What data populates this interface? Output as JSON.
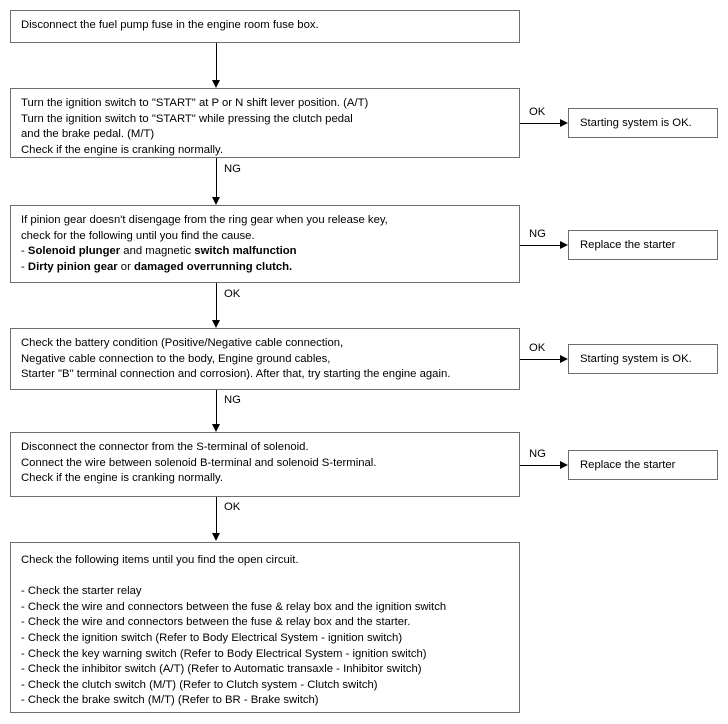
{
  "diagram": {
    "title": "Starting System Troubleshooting Flowchart",
    "colors": {
      "border": "#6d6d6d",
      "text": "#000000",
      "connector": "#000000",
      "background": "#ffffff"
    },
    "steps": [
      {
        "id": "step-1-fuel-pump-fuse",
        "lines": [
          "Disconnect the fuel pump fuse in the engine room fuse box."
        ]
      },
      {
        "id": "step-2-ignition-switch",
        "lines": [
          "Turn the ignition switch to \"START\" at P or N shift lever position. (A/T)",
          "Turn the ignition switch to \"START\" while pressing the clutch pedal",
          "and the brake pedal. (M/T)",
          "Check if the engine is cranking normally."
        ]
      },
      {
        "id": "step-3-pinion-gear",
        "lines_rich": [
          "If pinion gear doesn't disengage from the ring gear when you release key,",
          "check for the following until you find the cause.",
          "- <b>Solenoid plunger</b> and magnetic <b>switch malfunction</b>",
          "- <b>Dirty pinion gear</b> or <b>damaged overrunning clutch.</b>"
        ]
      },
      {
        "id": "step-4-battery-condition",
        "lines": [
          "Check the battery condition (Positive/Negative cable connection,",
          "Negative cable connection to the body, Engine ground cables,",
          "Starter \"B\" terminal connection and corrosion). After that, try starting the engine again."
        ]
      },
      {
        "id": "step-5-solenoid-s-terminal",
        "lines": [
          "Disconnect the connector from the S-terminal of solenoid.",
          "Connect the wire between solenoid B-terminal and solenoid S-terminal.",
          "Check if the engine is cranking normally."
        ]
      },
      {
        "id": "step-6-open-circuit-checklist",
        "lines": [
          "Check the following items until you find the open circuit.",
          "",
          "- Check the starter relay",
          "- Check the wire and connectors between the fuse & relay box and the ignition switch",
          "- Check the wire and connectors between the fuse & relay box and the starter.",
          "- Check the ignition switch (Refer to Body Electrical System - ignition switch)",
          "- Check the key warning switch (Refer to Body Electrical System - ignition switch)",
          "- Check the inhibitor switch (A/T) (Refer to Automatic transaxle - Inhibitor switch)",
          "- Check the clutch switch (M/T) (Refer to Clutch system - Clutch switch)",
          "- Check the brake switch (M/T) (Refer to BR - Brake switch)"
        ]
      }
    ],
    "results": [
      {
        "id": "result-1-starting-ok",
        "label": "Starting system is OK."
      },
      {
        "id": "result-2-replace-starter",
        "label": "Replace the starter"
      },
      {
        "id": "result-3-starting-ok",
        "label": "Starting system is OK."
      },
      {
        "id": "result-4-replace-starter",
        "label": "Replace the starter"
      }
    ],
    "branch_labels": [
      {
        "id": "branch-1",
        "label": "OK"
      },
      {
        "id": "branch-2",
        "label": "NG"
      },
      {
        "id": "branch-3",
        "label": "OK"
      },
      {
        "id": "branch-4",
        "label": "NG"
      }
    ],
    "flow_labels": [
      {
        "id": "flow-2-to-3",
        "label": "NG"
      },
      {
        "id": "flow-3-to-4",
        "label": "OK"
      },
      {
        "id": "flow-4-to-5",
        "label": "NG"
      },
      {
        "id": "flow-5-to-6",
        "label": "OK"
      }
    ]
  }
}
